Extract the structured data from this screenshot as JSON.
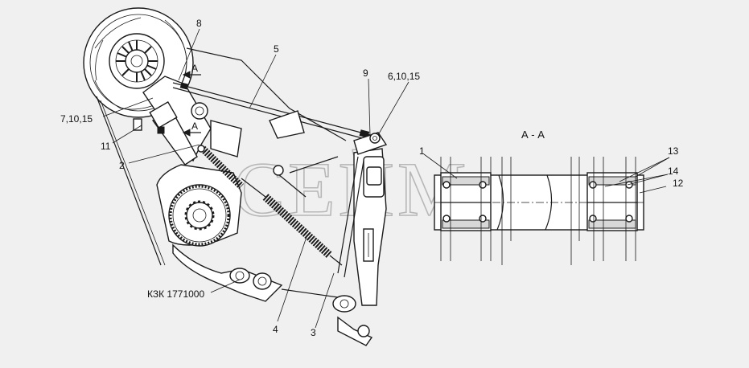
{
  "watermark": "СЕЙМ",
  "section_title": "А - А",
  "section_mark_a": "А",
  "drawing_ref": "КЗК 1771000",
  "callouts": {
    "c1": "1",
    "c2": "2",
    "c3": "3",
    "c4": "4",
    "c5": "5",
    "c6_10_15": "6,10,15",
    "c7_10_15": "7,10,15",
    "c8": "8",
    "c9": "9",
    "c11": "11",
    "c12": "12",
    "c13": "13",
    "c14": "14"
  }
}
